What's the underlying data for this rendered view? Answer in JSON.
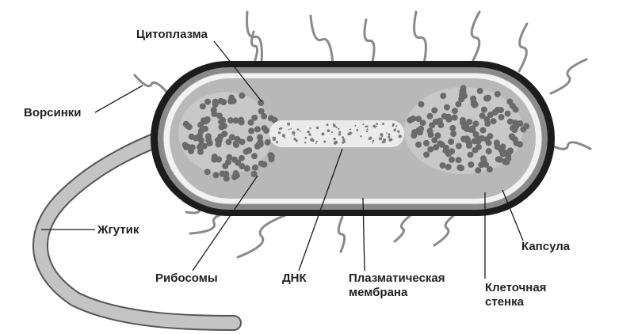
{
  "labels": {
    "cytoplasm": "Цитоплазма",
    "villi": "Ворсинки",
    "flagellum": "Жгутик",
    "ribosomes": "Рибосомы",
    "dna": "ДНК",
    "plasma_membrane": [
      "Плазматическая",
      "мембрана"
    ],
    "capsule": "Капсула",
    "cell_wall": [
      "Клеточная",
      "стенка"
    ]
  },
  "colors": {
    "capsule": "#1c1c1c",
    "cell_wall": "#8a8a8a",
    "membrane": "#f2f2f2",
    "cytoplasm": "#b8b8b8",
    "ribosome": "#6a6a6a",
    "dna": "#ebebeb",
    "flagellum": "#c4c4c4",
    "line": "#1a1a1a"
  }
}
